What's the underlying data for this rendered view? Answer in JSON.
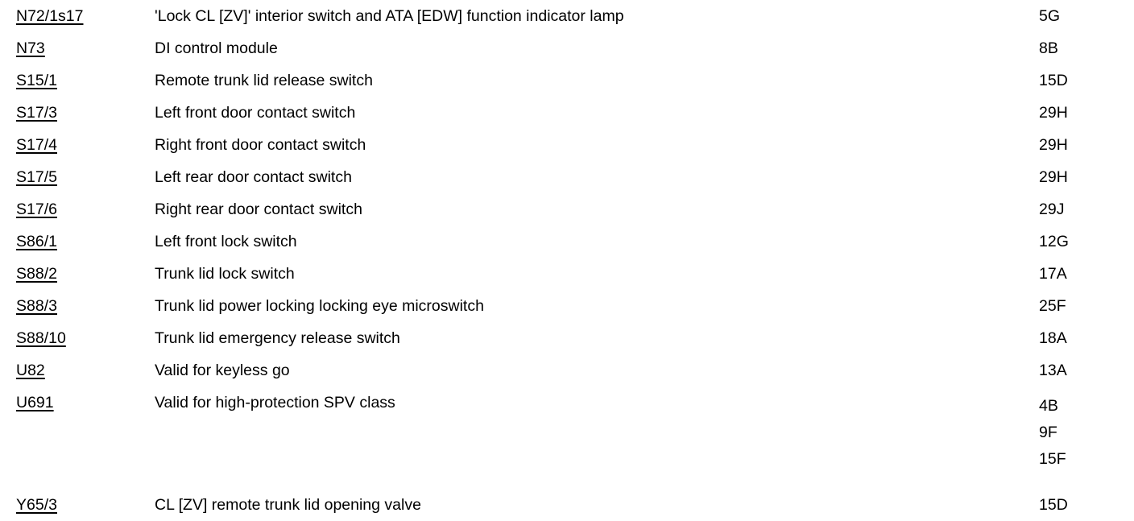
{
  "document": {
    "type": "wiring-diagram-component-legend",
    "columns": {
      "code_header": "",
      "description_header": "",
      "location_header": ""
    }
  },
  "rows": [
    {
      "code": "N72/1s17",
      "description": "'Lock CL [ZV]' interior switch and ATA [EDW] function indicator lamp",
      "locations": [
        "5G"
      ]
    },
    {
      "code": "N73",
      "description": "DI control module",
      "locations": [
        "8B"
      ]
    },
    {
      "code": "S15/1",
      "description": "Remote trunk lid release switch",
      "locations": [
        "15D"
      ]
    },
    {
      "code": "S17/3",
      "description": "Left front door contact switch",
      "locations": [
        "29H"
      ]
    },
    {
      "code": "S17/4",
      "description": "Right front door contact switch",
      "locations": [
        "29H"
      ]
    },
    {
      "code": "S17/5",
      "description": "Left rear door contact switch",
      "locations": [
        "29H"
      ]
    },
    {
      "code": "S17/6",
      "description": "Right rear door contact switch",
      "locations": [
        "29J"
      ]
    },
    {
      "code": "S86/1",
      "description": "Left front lock switch",
      "locations": [
        "12G"
      ]
    },
    {
      "code": "S88/2",
      "description": "Trunk lid lock switch",
      "locations": [
        "17A"
      ]
    },
    {
      "code": "S88/3",
      "description": "Trunk lid power locking locking eye microswitch",
      "locations": [
        "25F"
      ]
    },
    {
      "code": "S88/10",
      "description": "Trunk lid emergency release switch",
      "locations": [
        "18A"
      ]
    },
    {
      "code": "U82",
      "description": "Valid for keyless go",
      "locations": [
        "13A"
      ]
    },
    {
      "code": "U691",
      "description": "Valid for high-protection SPV class",
      "locations": [
        "4B",
        "9F",
        "15F"
      ]
    },
    {
      "code": "Y65/3",
      "description": "CL [ZV] remote trunk lid opening valve",
      "locations": [
        "15D"
      ]
    }
  ]
}
